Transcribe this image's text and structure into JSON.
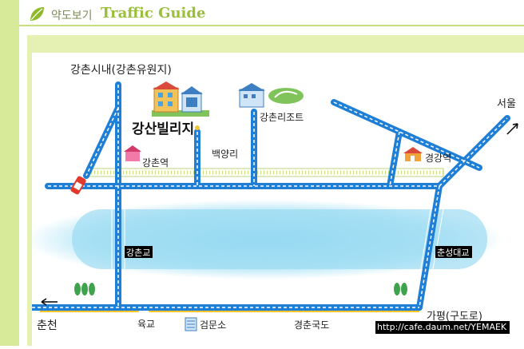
{
  "header": {
    "title_kr": "약도보기",
    "title_en": "Traffic Guide"
  },
  "map": {
    "labels": {
      "gangchon_city": "강촌시내(강촌유원지)",
      "gangsan_village": "강산빌리지",
      "gangchon_resort": "강촌리조트",
      "seoul": "서울",
      "gangchon_station": "강촌역",
      "baekyang_ri": "백양리",
      "gyeonggang_station": "경강역",
      "gangchon_bridge": "강촌교",
      "chunseong_bridge": "춘성대교",
      "chuncheon": "춘천",
      "yukgyo": "육교",
      "checkpoint": "검문소",
      "gyeongchun_road": "경춘국도",
      "gapyeong": "가평(구도로)"
    },
    "watermark": "http://cafe.daum.net/YEMAEK"
  },
  "colors": {
    "road": "#1f7fd6",
    "road_center": "#ffffff",
    "rail": "#b9d47c",
    "river": "#9ddcf2",
    "highway": "#ffc62a",
    "sidebar": "#d6ea9a",
    "frame": "#e4f1b3"
  },
  "icons": [
    "leaf-icon",
    "car-icon",
    "building-icon",
    "station-icon",
    "tree-icon",
    "arrow-icon",
    "checkpoint-icon"
  ]
}
